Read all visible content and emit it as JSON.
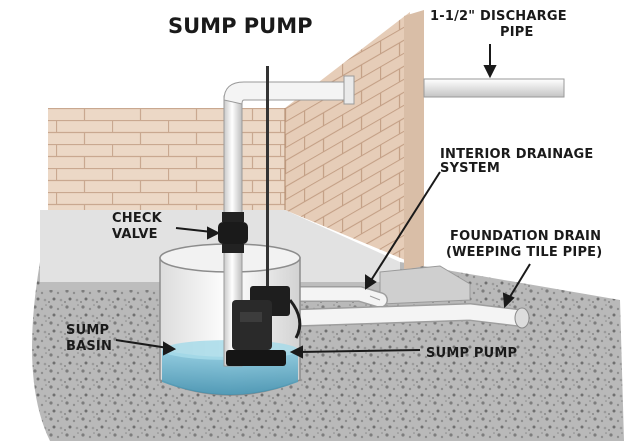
{
  "title": "SUMP PUMP",
  "labels": {
    "discharge_line1": "1-1/2\" DISCHARGE",
    "discharge_line2": "PIPE",
    "interior_line1": "INTERIOR DRAINAGE",
    "interior_line2": "SYSTEM",
    "check_line1": "CHECK",
    "check_line2": "VALVE",
    "foundation_line1": "FOUNDATION DRAIN",
    "foundation_line2": "(WEEPING TILE PIPE)",
    "basin_line1": "SUMP",
    "basin_line2": "BASIN",
    "pump": "SUMP PUMP"
  },
  "colors": {
    "brick": "#ecd8c6",
    "mortar": "#c9a890",
    "floor": "#e2e2e2",
    "pipe": "#f6f6f6",
    "water": "#5aa9c6",
    "pump": "#1e1e1e",
    "gravel": "#9c9c9c"
  }
}
